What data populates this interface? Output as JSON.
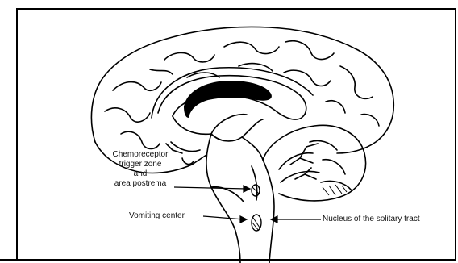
{
  "labels": {
    "ctz_line1": "Chemoreceptor",
    "ctz_line2": "trigger zone",
    "ctz_line3": "and",
    "ctz_line4": "area postrema",
    "vomiting_center": "Vomiting center",
    "nucleus_solitary": "Nucleus of the solitary tract"
  }
}
